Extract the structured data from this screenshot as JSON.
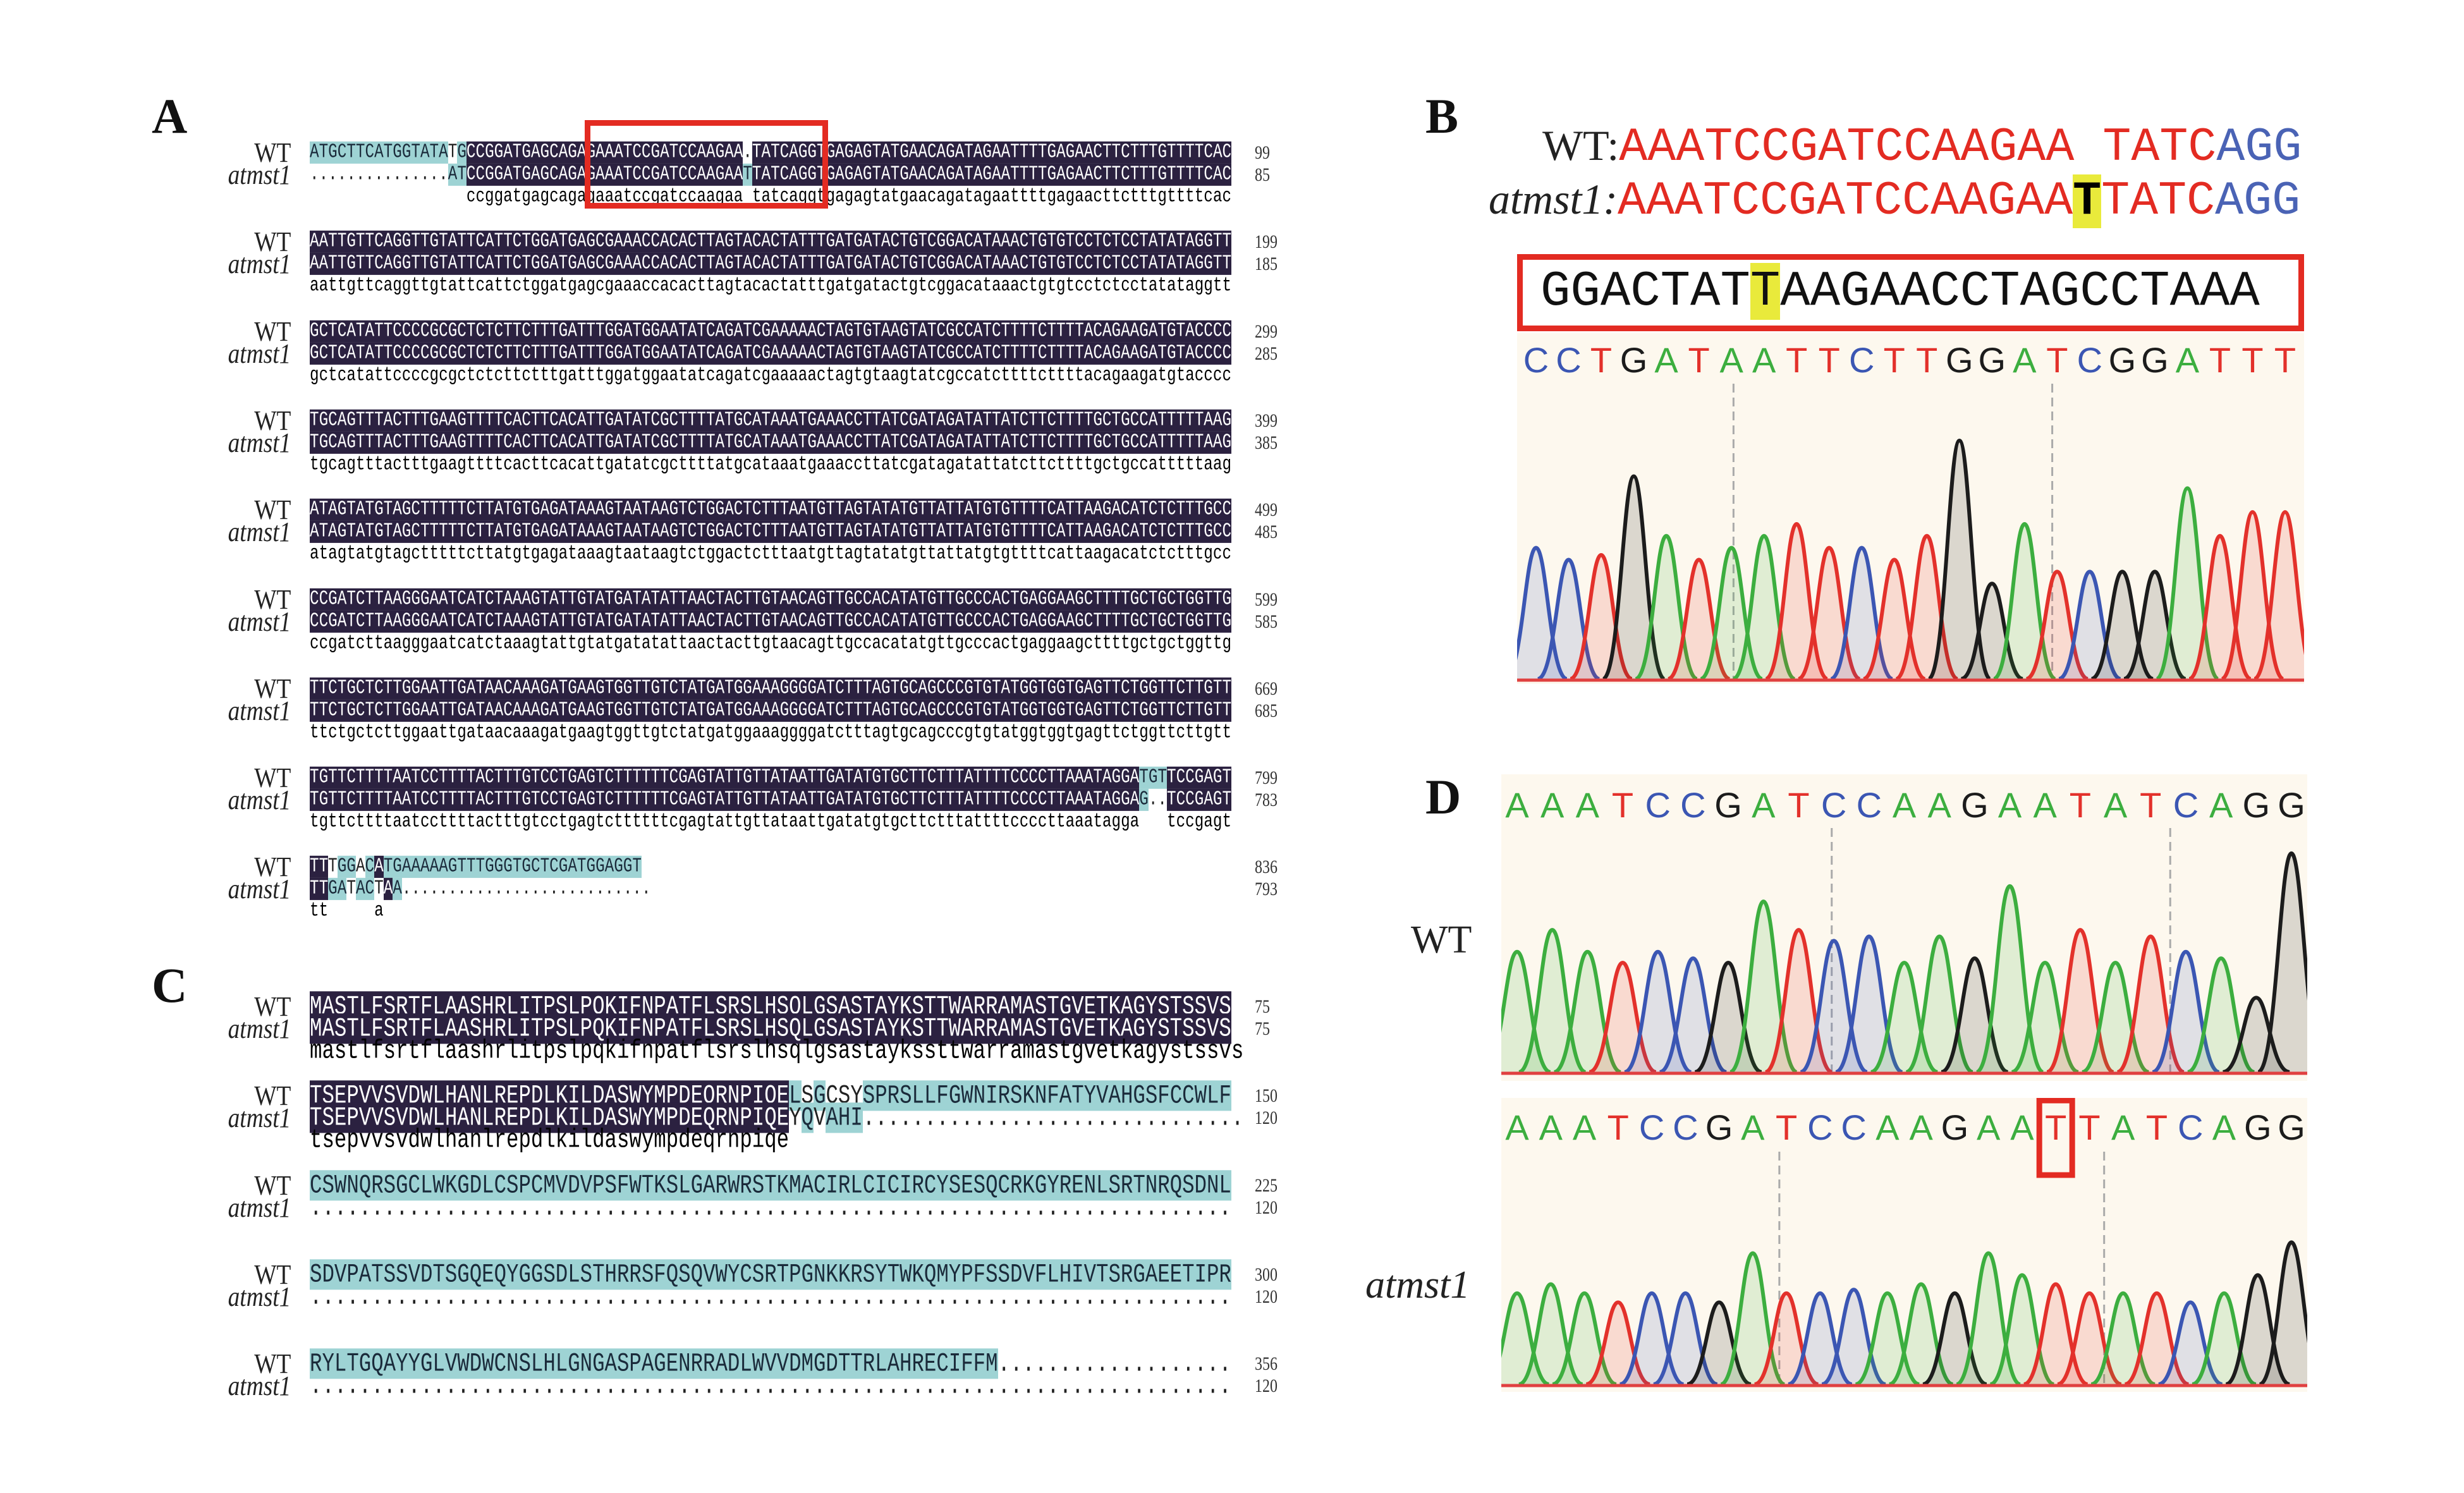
{
  "panels": {
    "a": "A",
    "b": "B",
    "c": "C",
    "d": "D"
  },
  "labels": {
    "wt": "WT",
    "mut": "atmst1",
    "wt_colon": "WT:",
    "mut_colon": "atmst1:"
  },
  "colors": {
    "dark": "#2b2140",
    "teal": "#9ed3d4",
    "red": "#e32b22",
    "A": "#3cae3f",
    "C": "#3b56b3",
    "G": "#1c1c1c",
    "T": "#e3312b",
    "highlight": "#e9ea3b",
    "trace_bg": "#fdf8ee"
  },
  "panel_a": {
    "blocks": [
      {
        "wt": {
          "segs": [
            {
              "s": "t",
              "t": "ATGCTTCATGGTATA"
            },
            {
              "s": "n",
              "t": "T"
            },
            {
              "s": "t",
              "t": "G"
            },
            {
              "s": "d",
              "t": "CCGGATGAGCAGAGAAATCCGATCCAAGAA"
            },
            {
              "s": "n",
              "t": "."
            },
            {
              "s": "d",
              "t": "TATCAGGTGAGAGTATGAACAGATAGAATTTTGAGAACTTCTTTGTTTTCAC"
            }
          ],
          "num": "99"
        },
        "mut": {
          "segs": [
            {
              "s": "n",
              "t": "..............."
            },
            {
              "s": "t",
              "t": "A"
            },
            {
              "s": "t",
              "t": "T"
            },
            {
              "s": "d",
              "t": "CCGGATGAGCAGAGAAATCCGATCCAAGAA"
            },
            {
              "s": "t",
              "t": "T"
            },
            {
              "s": "d",
              "t": "TATCAGGTGAGAGTATGAACAGATAGAATTTTGAGAACTTCTTTGTTTTCAC"
            }
          ],
          "num": "85"
        },
        "cons": "                 ccggatgagcagagaaatccgatccaagaa tatcaggtgagagtatgaacagatagaattttgagaacttctttgttttcac"
      },
      {
        "wt": {
          "segs": [
            {
              "s": "d",
              "t": "AATTGTTCAGGTTGTATTCATTCTGGATGAGCGAAACCACACTTAGTACACTATTTGATGATACTGTCGGACATAAACTGTGTCCTCTCCTATATAGGTT"
            }
          ],
          "num": "199"
        },
        "mut": {
          "segs": [
            {
              "s": "d",
              "t": "AATTGTTCAGGTTGTATTCATTCTGGATGAGCGAAACCACACTTAGTACACTATTTGATGATACTGTCGGACATAAACTGTGTCCTCTCCTATATAGGTT"
            }
          ],
          "num": "185"
        },
        "cons": "aattgttcaggttgtattcattctggatgagcgaaaccacacttagtacactatttgatgatactgtcggacataaactgtgtcctctcctatataggtt"
      },
      {
        "wt": {
          "segs": [
            {
              "s": "d",
              "t": "GCTCATATTCCCCGCGCTCTCTTCTTTGATTTGGATGGAATATCAGATCGAAAAACTAGTGTAAGTATCGCCATCTTTTCTTTTACAGAAGATGTACCCC"
            }
          ],
          "num": "299"
        },
        "mut": {
          "segs": [
            {
              "s": "d",
              "t": "GCTCATATTCCCCGCGCTCTCTTCTTTGATTTGGATGGAATATCAGATCGAAAAACTAGTGTAAGTATCGCCATCTTTTCTTTTACAGAAGATGTACCCC"
            }
          ],
          "num": "285"
        },
        "cons": "gctcatattccccgcgctctcttctttgatttggatggaatatcagatcgaaaaactagtgtaagtatcgccatcttttcttttacagaagatgtacccc"
      },
      {
        "wt": {
          "segs": [
            {
              "s": "d",
              "t": "TGCAGTTTACTTTGAAGTTTTCACTTCACATTGATATCGCTTTTATGCATAAATGAAACCTTATCGATAGATATTATCTTCTTTTGCTGCCATTTTTAAG"
            }
          ],
          "num": "399"
        },
        "mut": {
          "segs": [
            {
              "s": "d",
              "t": "TGCAGTTTACTTTGAAGTTTTCACTTCACATTGATATCGCTTTTATGCATAAATGAAACCTTATCGATAGATATTATCTTCTTTTGCTGCCATTTTTAAG"
            }
          ],
          "num": "385"
        },
        "cons": "tgcagtttactttgaagttttcacttcacattgatatcgcttttatgcataaatgaaaccttatcgatagatattatcttcttttgctgccatttttaag"
      },
      {
        "wt": {
          "segs": [
            {
              "s": "d",
              "t": "ATAGTATGTAGCTTTTTCTTATGTGAGATAAAGTAATAAGTCTGGACTCTTTAATGTTAGTATATGTTATTATGTGTTTTCATTAAGACATCTCTTTGCC"
            }
          ],
          "num": "499"
        },
        "mut": {
          "segs": [
            {
              "s": "d",
              "t": "ATAGTATGTAGCTTTTTCTTATGTGAGATAAAGTAATAAGTCTGGACTCTTTAATGTTAGTATATGTTATTATGTGTTTTCATTAAGACATCTCTTTGCC"
            }
          ],
          "num": "485"
        },
        "cons": "atagtatgtagctttttcttatgtgagataaagtaataagtctggactctttaatgttagtatatgttattatgtgttttcattaagacatctctttgcc"
      },
      {
        "wt": {
          "segs": [
            {
              "s": "d",
              "t": "CCGATCTTAAGGGAATCATCTAAAGTATTGTATGATATATTAACTACTTGTAACAGTTGCCACATATGTTGCCCACTGAGGAAGCTTTTGCTGCTGGTTG"
            }
          ],
          "num": "599"
        },
        "mut": {
          "segs": [
            {
              "s": "d",
              "t": "CCGATCTTAAGGGAATCATCTAAAGTATTGTATGATATATTAACTACTTGTAACAGTTGCCACATATGTTGCCCACTGAGGAAGCTTTTGCTGCTGGTTG"
            }
          ],
          "num": "585"
        },
        "cons": "ccgatcttaagggaatcatctaaagtattgtatgatatattaactacttgtaacagttgccacatatgttgcccactgaggaagcttttgctgctggttg"
      },
      {
        "wt": {
          "segs": [
            {
              "s": "d",
              "t": "TTCTGCTCTTGGAATTGATAACAAAGATGAAGTGGTTGTCTATGATGGAAAGGGGATCTTTAGTGCAGCCCGTGTATGGTGGTGAGTTCTGGTTCTTGTT"
            }
          ],
          "num": "669"
        },
        "mut": {
          "segs": [
            {
              "s": "d",
              "t": "TTCTGCTCTTGGAATTGATAACAAAGATGAAGTGGTTGTCTATGATGGAAAGGGGATCTTTAGTGCAGCCCGTGTATGGTGGTGAGTTCTGGTTCTTGTT"
            }
          ],
          "num": "685"
        },
        "cons": "ttctgctcttggaattgataacaaagatgaagtggttgtctatgatggaaaggggatctttagtgcagcccgtgtatggtggtgagttctggttcttgtt"
      },
      {
        "wt": {
          "segs": [
            {
              "s": "d",
              "t": "TGTTCTTTTAATCCTTTTACTTTGTCCTGAGTCTTTTTTCGAGTATTGTTATAATTGATATGTGCTTCTTTATTTTCCCCTTAAATAGGA"
            },
            {
              "s": "t",
              "t": "TGT"
            },
            {
              "s": "d",
              "t": "TCCGAGT"
            }
          ],
          "num": "799"
        },
        "mut": {
          "segs": [
            {
              "s": "d",
              "t": "TGTTCTTTTAATCCTTTTACTTTGTCCTGAGTCTTTTTTCGAGTATTGTTATAATTGATATGTGCTTCTTTATTTTCCCCTTAAATAGGA"
            },
            {
              "s": "t",
              "t": "G"
            },
            {
              "s": "n",
              "t": ".."
            },
            {
              "s": "d",
              "t": "TCCGAGT"
            }
          ],
          "num": "783"
        },
        "cons": "tgttcttttaatccttttactttgtcctgagtcttttttcgagtattgttataattgatatgtgcttctttattttccccttaaatagga   tccgagt"
      },
      {
        "wt": {
          "segs": [
            {
              "s": "d",
              "t": "TT"
            },
            {
              "s": "n",
              "t": "T"
            },
            {
              "s": "t",
              "t": "GG"
            },
            {
              "s": "n",
              "t": "A"
            },
            {
              "s": "t",
              "t": "C"
            },
            {
              "s": "d",
              "t": "A"
            },
            {
              "s": "t",
              "t": "TGAAAAAGTTTGGGTGCTCGATGGAGGT"
            }
          ],
          "num": "836"
        },
        "mut": {
          "segs": [
            {
              "s": "d",
              "t": "TT"
            },
            {
              "s": "t",
              "t": "GA"
            },
            {
              "s": "n",
              "t": "T"
            },
            {
              "s": "t",
              "t": "AC"
            },
            {
              "s": "n",
              "t": "T"
            },
            {
              "s": "d",
              "t": "A"
            },
            {
              "s": "t",
              "t": "A"
            },
            {
              "s": "n",
              "t": "...........................     "
            }
          ],
          "num": "793"
        },
        "cons": "tt     a"
      }
    ]
  },
  "panel_c": {
    "blocks": [
      {
        "wt": {
          "segs": [
            {
              "s": "d",
              "t": "MASTLFSRTFLAASHRLITPSLPQKIFNPATFLSRSLHSQLGSASTAYKSTTWARRAMASTGVETKAGYSTSSVS"
            }
          ],
          "num": "75"
        },
        "mut": {
          "segs": [
            {
              "s": "d",
              "t": "MASTLFSRTFLAASHRLITPSLPQKIFNPATFLSRSLHSQLGSASTAYKSTTWARRAMASTGVETKAGYSTSSVS"
            }
          ],
          "num": "75"
        },
        "cons": "mastlfsrtflaashrlitpslpqkifnpatflsrslhsqlgsastaykssttwarramastgvetkagystssvs"
      },
      {
        "wt": {
          "segs": [
            {
              "s": "d",
              "t": "TSEPVVSVDWLHANLREPDLKILDASWYMPDEQRNPIQE"
            },
            {
              "s": "t",
              "t": "L"
            },
            {
              "s": "n",
              "t": "S"
            },
            {
              "s": "t",
              "t": "G"
            },
            {
              "s": "n",
              "t": "CSY"
            },
            {
              "s": "t",
              "t": "SPRSLLFGWNIRSKNFATYVAHGSFCCWLF"
            }
          ],
          "num": "150"
        },
        "mut": {
          "segs": [
            {
              "s": "d",
              "t": "TSEPVVSVDWLHANLREPDLKILDASWYMPDEQRNPIQE"
            },
            {
              "s": "n",
              "t": "Y"
            },
            {
              "s": "t",
              "t": "Q"
            },
            {
              "s": "n",
              "t": "V"
            },
            {
              "s": "t",
              "t": "AHI"
            },
            {
              "s": "n",
              "t": "..............................."
            }
          ],
          "num": "120"
        },
        "cons": "tsepvvsvdwlhanlrepdlkildaswympdeqrnpiqe"
      },
      {
        "wt": {
          "segs": [
            {
              "s": "t",
              "t": "CSWNQRSGCLWKGDLCSPCMVDVPSFWTKSLGARWRSTKMACIRLCICIRCYSESQCRKGYRENLSRTNRQSDNL"
            }
          ],
          "num": "225"
        },
        "mut": {
          "segs": [
            {
              "s": "n",
              "t": "..........................................................................."
            }
          ],
          "num": "120"
        },
        "cons": ""
      },
      {
        "wt": {
          "segs": [
            {
              "s": "t",
              "t": "SDVPATSSVDTSGQEQYGGSDLSTHRRSFQSQVWYCSRTPGNKKRSYTWKQMYPFSSDVFLHIVTSRGAEETIPR"
            }
          ],
          "num": "300"
        },
        "mut": {
          "segs": [
            {
              "s": "n",
              "t": "..........................................................................."
            }
          ],
          "num": "120"
        },
        "cons": ""
      },
      {
        "wt": {
          "segs": [
            {
              "s": "t",
              "t": "RYLTGQAYYGLVWDWCNSLHLGNGASPAGENRRADLWVVDMGDTTRLAHRECIFFM"
            },
            {
              "s": "n",
              "t": "..................."
            }
          ],
          "num": "356"
        },
        "mut": {
          "segs": [
            {
              "s": "n",
              "t": "..........................................................................."
            }
          ],
          "num": "120"
        },
        "cons": ""
      }
    ]
  },
  "panel_b": {
    "wt_seq": {
      "red1": "AAATCCGATCCAAGAA",
      "gap": " ",
      "red2": "TATC",
      "blue": "AGG"
    },
    "mut_seq": {
      "red1": "AAATCCGATCCAAGAA",
      "ins": "T",
      "red2": "TATC",
      "blue": "AGG"
    },
    "box_seq": {
      "pre": "GGACTAT",
      "ins": "T",
      "post": "AAGAACCTAGCCTAAA"
    },
    "trace": {
      "bases": "CCTGATAATTCTTGGATCGGATTT",
      "peaks": [
        0.55,
        0.5,
        0.52,
        0.85,
        0.6,
        0.5,
        0.55,
        0.6,
        0.65,
        0.55,
        0.55,
        0.5,
        0.6,
        1.0,
        0.4,
        0.65,
        0.45,
        0.45,
        0.45,
        0.45,
        0.8,
        0.6,
        0.7,
        0.7
      ]
    }
  },
  "panel_d": {
    "wt_trace": {
      "bases": "AAATCCGATCCAAGAATATCAGG",
      "peaks": [
        0.55,
        0.65,
        0.55,
        0.5,
        0.55,
        0.52,
        0.5,
        0.78,
        0.65,
        0.6,
        0.62,
        0.5,
        0.62,
        0.52,
        0.85,
        0.5,
        0.65,
        0.5,
        0.62,
        0.55,
        0.52,
        0.34,
        1.0
      ]
    },
    "mut_trace": {
      "bases": "AAATCCGATCCAAGAATTATCAGG",
      "inserted_index": 16,
      "peaks": [
        0.5,
        0.55,
        0.5,
        0.45,
        0.5,
        0.5,
        0.45,
        0.72,
        0.5,
        0.5,
        0.52,
        0.5,
        0.55,
        0.5,
        0.72,
        0.6,
        0.55,
        0.5,
        0.5,
        0.5,
        0.45,
        0.5,
        0.6,
        0.78
      ]
    }
  }
}
